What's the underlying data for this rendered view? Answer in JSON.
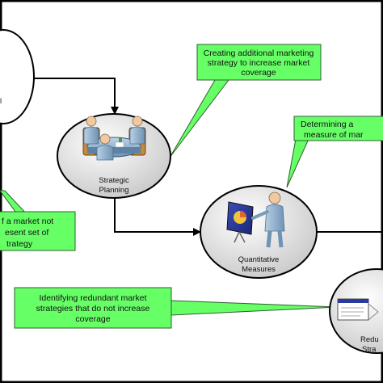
{
  "nodes": {
    "strategic_planning": {
      "line1": "Strategic",
      "line2": "Planning"
    },
    "quantitative_measures": {
      "line1": "Quantitative",
      "line2": "Measures"
    },
    "redundant_strategies": {
      "line1": "Redu",
      "line2": "Stra"
    }
  },
  "callouts": {
    "top_right": {
      "line1": "Creating additional marketing",
      "line2": "strategy to increase market",
      "line3": "coverage"
    },
    "mid_right": {
      "line1": "Determining a",
      "line2": "measure of mar"
    },
    "left": {
      "line1": "f a market not",
      "line2": "esent set of",
      "line3": "trategy"
    },
    "bottom": {
      "line1": "Identifying redundant market",
      "line2": "strategies that do not increase",
      "line3": "coverage"
    }
  },
  "colors": {
    "callout_fill": "#66ff66",
    "callout_border": "#2f5f2f",
    "node_border": "#000000",
    "chart_blue": "#2a3a9a",
    "person_body": "#8fb2cf"
  }
}
